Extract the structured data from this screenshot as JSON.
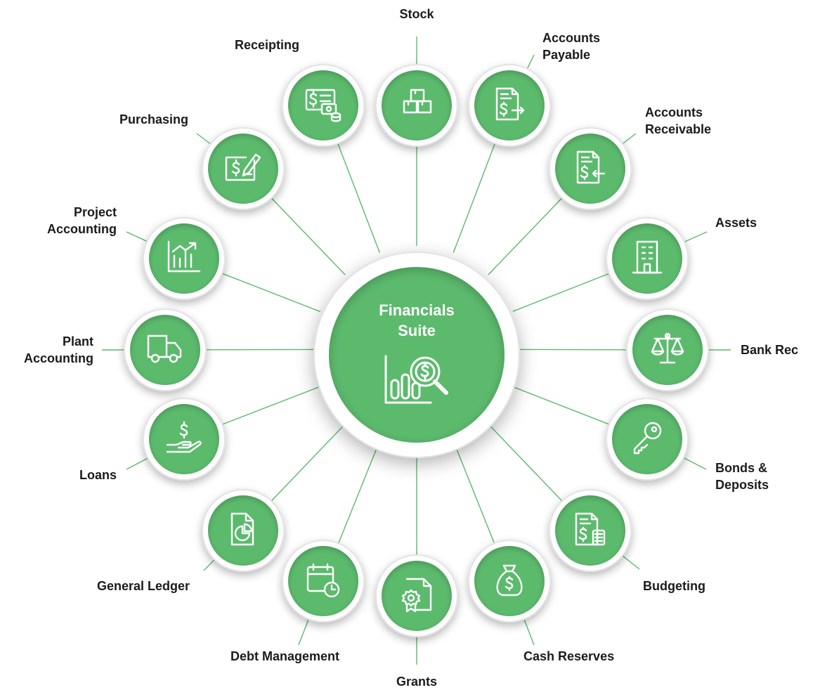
{
  "colors": {
    "accent": "#5cba6d",
    "connector": "#5cba6d",
    "icon": "#ffffff",
    "label": "#1b1b1b"
  },
  "hub": {
    "title": "Financials\nSuite",
    "icon": "chart-magnifier-dollar-icon"
  },
  "modules": [
    {
      "id": "stock",
      "label": "Stock",
      "icon": "boxes-icon"
    },
    {
      "id": "accounts-payable",
      "label": "Accounts\nPayable",
      "icon": "invoice-dollar-arrow-out-icon"
    },
    {
      "id": "accounts-receivable",
      "label": "Accounts\nReceivable",
      "icon": "invoice-dollar-arrow-in-icon"
    },
    {
      "id": "assets",
      "label": "Assets",
      "icon": "building-icon"
    },
    {
      "id": "bank-rec",
      "label": "Bank Rec",
      "icon": "balance-scale-icon"
    },
    {
      "id": "bonds-deposits",
      "label": "Bonds &\nDeposits",
      "icon": "key-icon"
    },
    {
      "id": "budgeting",
      "label": "Budgeting",
      "icon": "invoice-calculator-icon"
    },
    {
      "id": "cash-reserves",
      "label": "Cash Reserves",
      "icon": "money-bag-icon"
    },
    {
      "id": "grants",
      "label": "Grants",
      "icon": "certificate-document-icon"
    },
    {
      "id": "debt-management",
      "label": "Debt Management",
      "icon": "calendar-clock-icon"
    },
    {
      "id": "general-ledger",
      "label": "General Ledger",
      "icon": "document-pie-chart-icon"
    },
    {
      "id": "loans",
      "label": "Loans",
      "icon": "hand-dollar-icon"
    },
    {
      "id": "plant-accounting",
      "label": "Plant\nAccounting",
      "icon": "truck-icon"
    },
    {
      "id": "project-accounting",
      "label": "Project\nAccounting",
      "icon": "growth-chart-icon"
    },
    {
      "id": "purchasing",
      "label": "Purchasing",
      "icon": "cheque-pen-icon"
    },
    {
      "id": "receipting",
      "label": "Receipting",
      "icon": "receipt-coins-icon"
    }
  ]
}
